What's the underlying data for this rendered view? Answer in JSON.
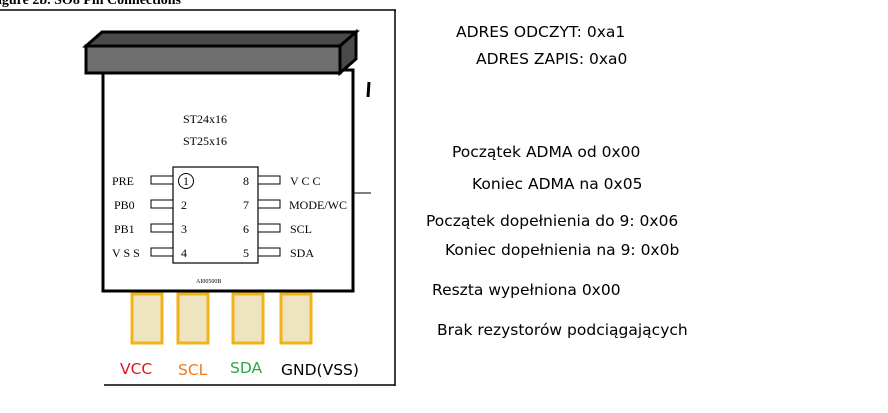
{
  "figure_caption": "igure 2b. SO8 Pin Connections",
  "chip": {
    "name_1": "ST24x16",
    "name_2": "ST25x16",
    "code": "AI00500B",
    "left_pins": [
      {
        "label": "PRE",
        "number": "1"
      },
      {
        "label": "PB0",
        "number": "2"
      },
      {
        "label": "PB1",
        "number": "3"
      },
      {
        "label": "V S S",
        "number": "4"
      }
    ],
    "right_pins": [
      {
        "label": "V C C",
        "number": "8"
      },
      {
        "label": "MODE/WC",
        "number": "7"
      },
      {
        "label": "SCL",
        "number": "6"
      },
      {
        "label": "SDA",
        "number": "5"
      }
    ]
  },
  "connector": [
    {
      "label": "VCC",
      "color": "#e0151f"
    },
    {
      "label": "SCL",
      "color": "#f07b1a"
    },
    {
      "label": "SDA",
      "color": "#2aa84a"
    },
    {
      "label": "GND(VSS)",
      "color": "#000000"
    }
  ],
  "colors": {
    "header_fill": "#6e6e6e",
    "pin_fill": "#efe4c0",
    "pin_stroke": "#f2b21a"
  },
  "notes": {
    "adres_odczyt": "ADRES ODCZYT: 0xa1",
    "adres_zapis": "ADRES ZAPIS: 0xa0",
    "poczatek_adma": "Początek ADMA od 0x00",
    "koniec_adma": "Koniec ADMA na 0x05",
    "poczatek_dopelnienia": "Początek dopełnienia do 9: 0x06",
    "koniec_dopelnienia": "Koniec dopełnienia na 9: 0x0b",
    "reszta": "Reszta wypełniona 0x00",
    "brak_rezystorow": "Brak rezystorów podciągających"
  }
}
